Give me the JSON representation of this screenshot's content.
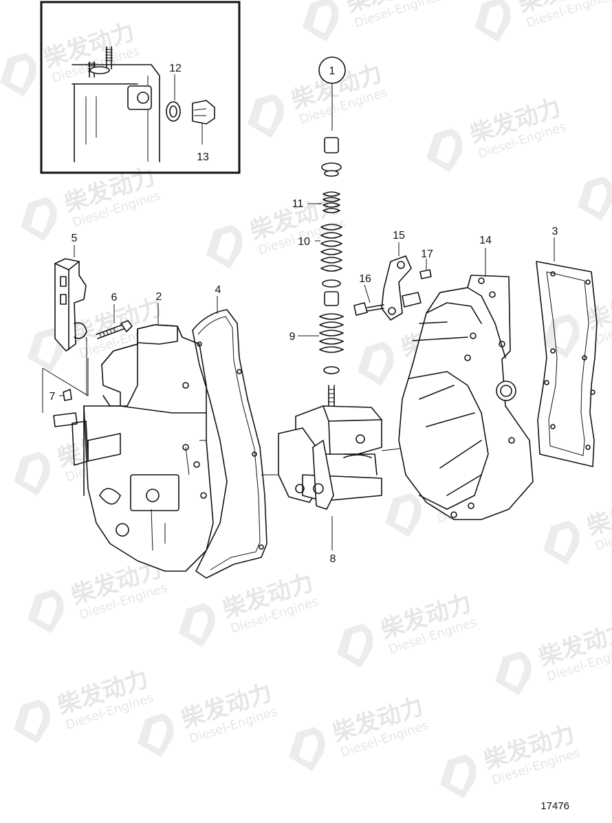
{
  "watermark": {
    "cn": "柴发动力",
    "en": "Diesel-Engines"
  },
  "callout_main": "1",
  "labels": {
    "l2": "2",
    "l3": "3",
    "l4": "4",
    "l5": "5",
    "l6": "6",
    "l7": "7",
    "l8": "8",
    "l9": "9",
    "l10": "10",
    "l11": "11",
    "l12": "12",
    "l13": "13",
    "l14": "14",
    "l15": "15",
    "l16": "16",
    "l17": "17"
  },
  "figure_number": "17476"
}
